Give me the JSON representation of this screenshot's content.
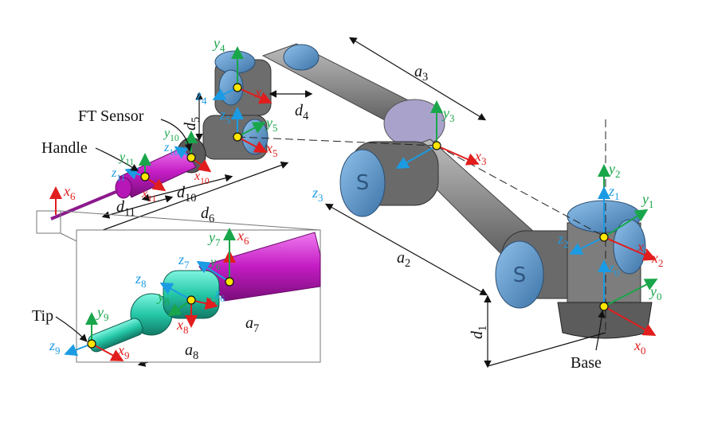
{
  "labels": {
    "ft_sensor": "FT Sensor",
    "handle": "Handle",
    "tip": "Tip",
    "base": "Base"
  },
  "dims": {
    "a3": "a3",
    "d4": "d4",
    "d5": "d5",
    "a2": "a2",
    "d1": "d1",
    "d10": "d10",
    "d11": "d11",
    "d6": "d6",
    "a7": "a7",
    "a8": "a8"
  },
  "frames": {
    "x0": "x0",
    "y0": "y0",
    "z0": "z0",
    "x1": "x1",
    "y1": "y1",
    "z1": "z1",
    "x2": "x2",
    "y2": "y2",
    "z2": "z2",
    "x3": "x3",
    "y3": "y3",
    "z3": "z3",
    "x4": "x4",
    "y4": "y4",
    "z4": "z4",
    "x5": "x5",
    "y5": "y5",
    "z5": "z5",
    "x6": "x6",
    "x6b": "x6",
    "y6": "y6",
    "z6": "z6",
    "x7": "x7",
    "y7": "y7",
    "z7": "z7",
    "x8": "x8",
    "y8": "y8",
    "z8": "z8",
    "x9": "x9",
    "y9": "y9",
    "z9": "z9",
    "x10": "x10",
    "y10": "y10",
    "z10": "z10",
    "x11": "x11",
    "y11": "y11",
    "z11": "z11"
  },
  "colors": {
    "x_axis": "#e11d1d",
    "y_axis": "#19a64a",
    "z_axis": "#1b9be3",
    "joint_cap": "#5b95c9",
    "link": "#8a8a8a",
    "tool": "#c81fc8",
    "tip": "#2ad3b4",
    "origin": "#ffe600"
  }
}
